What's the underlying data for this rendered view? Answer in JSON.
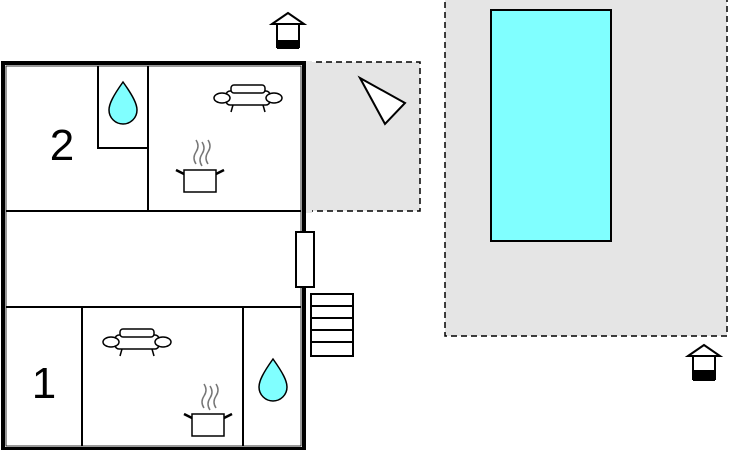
{
  "floorplan": {
    "rooms": [
      {
        "label": "2",
        "type": "bedroom"
      },
      {
        "label": "1",
        "type": "bedroom"
      }
    ],
    "icons": {
      "bathroom": "water-drop-icon",
      "living": "sofa-icon",
      "kitchen": "cooking-pot-icon",
      "entrance": "house-entrance-icon",
      "sun": "sun-direction-icon",
      "stairs": "stairs-icon"
    },
    "colors": {
      "pool": "#80ffff",
      "terrace": "#e5e5e5",
      "walls": "#000000",
      "water_drop": "#80ffff"
    }
  }
}
